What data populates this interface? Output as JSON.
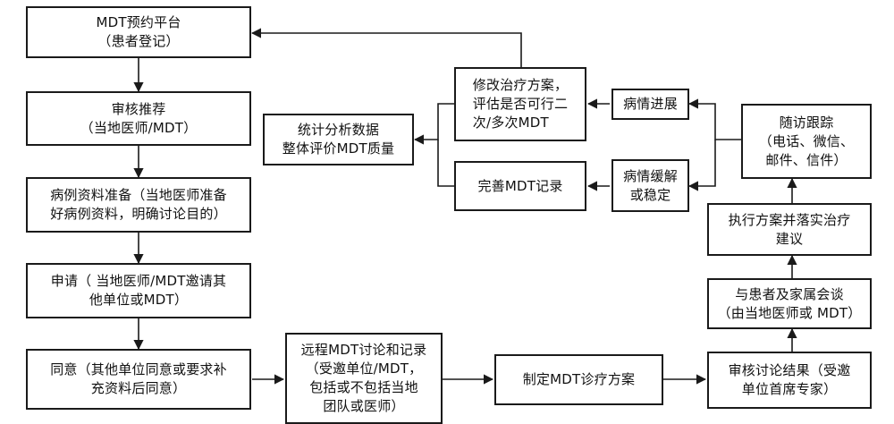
{
  "nodes": {
    "mdt_platform": "MDT预约平台\n（患者登记）",
    "review_recommend": "审核推荐\n（当地医师/MDT）",
    "case_prep": "病例资料准备（当地医师准备\n好病例资料，明确讨论目的）",
    "apply": "申请（ 当地医师/MDT邀请其\n他单位或MDT）",
    "agree": "同意（其他单位同意或要求补\n充资料后同意）",
    "remote_mdt": "远程MDT讨论和记录\n（受邀单位/MDT，\n包括或不包括当地\n团队或医师）",
    "make_plan": "制定MDT诊疗方案",
    "review_result": "审核讨论结果（受邀\n单位首席专家）",
    "talk_family": "与患者及家属会谈\n（由当地医师或 MDT）",
    "execute_plan": "执行方案并落实治疗\n建议",
    "follow_up": "随访跟踪\n（电话、微信、\n邮件、信件）",
    "progress": "病情进展",
    "remission": "病情缓解\n或稳定",
    "modify_plan": "修改治疗方案，\n评估是否可行二\n次/多次MDT",
    "complete_record": "完善MDT记录",
    "statistics": "统计分析数据\n整体评价MDT质量"
  }
}
